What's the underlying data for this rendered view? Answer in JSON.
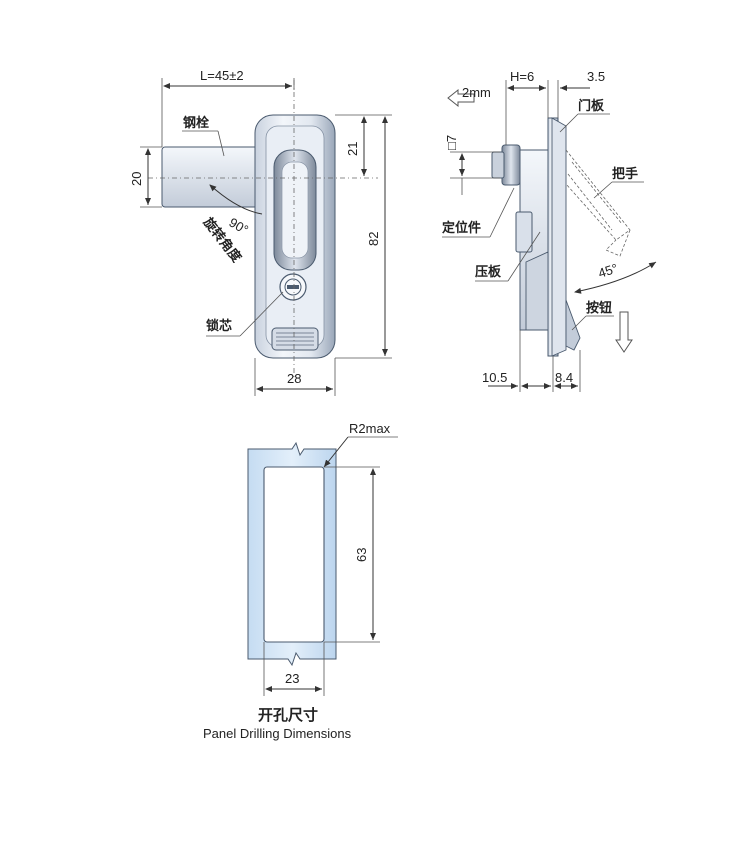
{
  "front_view": {
    "dim_length": "L=45±2",
    "dim_bolt_height": "20",
    "dim_top": "21",
    "dim_height": "82",
    "dim_width": "28",
    "angle": "90°",
    "label_bolt": "钢栓",
    "label_rotation": "旋转角度",
    "label_lock_core": "锁芯"
  },
  "side_view": {
    "dim_thickness": "H=6",
    "dim_offset": "3.5",
    "dim_travel": "2mm",
    "dim_square": "□7",
    "dim_depth_left": "10.5",
    "dim_depth_right": "8.4",
    "angle": "45°",
    "label_door_panel": "门板",
    "label_handle": "把手",
    "label_positioner": "定位件",
    "label_pressure_plate": "压板",
    "label_button": "按钮"
  },
  "panel_cutout": {
    "dim_radius": "R2max",
    "dim_height": "63",
    "dim_width": "23",
    "caption_zh": "开孔尺寸",
    "caption_en": "Panel Drilling Dimensions"
  },
  "colors": {
    "metal_light": "#eef2f8",
    "metal_mid": "#b7c2d2",
    "metal_dark": "#6d7a8c",
    "line": "#333333"
  }
}
